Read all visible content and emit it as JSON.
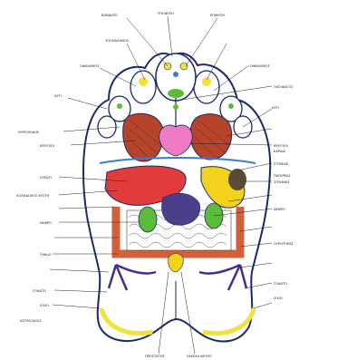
{
  "labels": {
    "top_1": "ΒΛΕΦΑΡΟ",
    "top_2": "ΥΠΟΦΥΣΗ",
    "top_3": "ΥΠΟΘΑΛΑΜΟΣ",
    "top_4": "ΕΠΙΦΥΣΗ",
    "left_1": "ΟΦΘΑΛΜΟΣ",
    "left_2": "ΑΥΤΙ",
    "left_3": "ΘΥΡΕΟΕΙΔΗΣ",
    "left_4": "ΒΡΟΓΧΟΙ",
    "left_5": "ΣΥΚΩΤΙ",
    "left_6": "ΧΟΛΗΔΟΧΟΣ ΚΥΣΤΗ",
    "left_7": "ΝΕΦΡΟ",
    "left_8": "ΤΥΦΛΟ",
    "left_9": "ΓΟΝΑΤΟ",
    "left_10": "ΙΣΧΙΟ",
    "left_11": "ΑΣΤΡΑΓΑΛΟΣ",
    "right_1": "ΟΦΘΑΛΜΟΣ",
    "right_2": "ΑΥΤΙ",
    "right_3": "ΟΙΣΟΦΑΓΟΣ",
    "right_4": "ΒΡΟΓΧΟΙ",
    "right_5": "ΚΑΡΔΙΑ",
    "right_6": "ΣΤΟΜΑΧΙ",
    "right_7": "ΠΑΓΚΡΕΑΣ",
    "right_8": "ΣΠΛΗΝΑΣ",
    "right_9": "ΝΕΦΡΟ",
    "right_10": "ΟΥΡΗΤΗΡΑΣ",
    "right_11": "ΓΟΝΑΤΟ",
    "right_12": "ΙΣΧΙΟ",
    "bottom_1": "ΠΡΟΣΤΑΤΗΣ",
    "bottom_2": "ΣΑΚΡΑΛ ΝΕΥΡΟ"
  },
  "colors": {
    "outline": "#1a2a6c",
    "skin": "#ffffff",
    "lung": "#b5442a",
    "heart": "#f07ac4",
    "liver": "#e23b3b",
    "gall": "#f2d21a",
    "spleen": "#5a4a3a",
    "kidney": "#5dbb3a",
    "intestine": "#d2613a",
    "sciatic": "#3b2f9a",
    "accent_yellow": "#f3e23c",
    "accent_blue": "#3a7bd5",
    "accent_green": "#5dbb3a"
  }
}
